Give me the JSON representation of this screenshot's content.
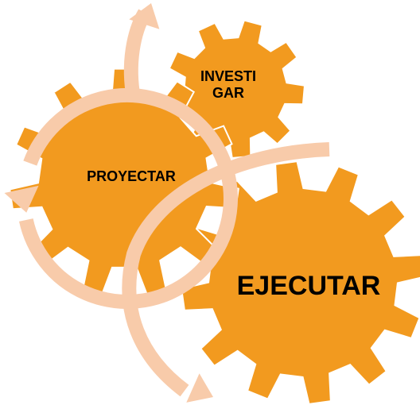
{
  "diagram": {
    "gears": [
      {
        "id": "investigar",
        "label": "INVESTIGAR",
        "lines": [
          "INVESTI",
          "GAR"
        ]
      },
      {
        "id": "proyectar",
        "label": "PROYECTAR"
      },
      {
        "id": "ejecutar",
        "label": "EJECUTAR"
      }
    ],
    "colors": {
      "gear": "#F29A1F",
      "arrow": "#F8CBAA",
      "text": "#000000",
      "background": "#FFFFFF"
    },
    "icons": {
      "gear": "gear-icon",
      "arrow": "circular-arrow-icon"
    }
  }
}
